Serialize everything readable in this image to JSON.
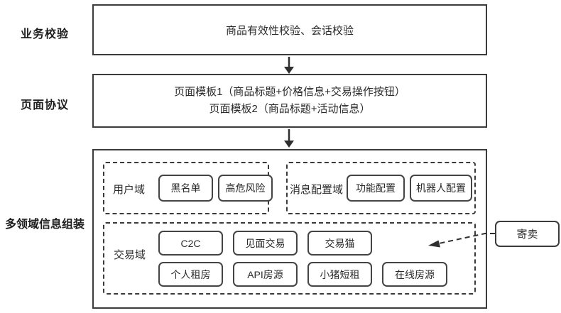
{
  "row_labels": {
    "business_validation": "业务校验",
    "page_protocol": "页面协议",
    "multi_domain_assembly": "多领域信息组装"
  },
  "validation_box": {
    "text": "商品有效性校验、会话校验"
  },
  "protocol_box": {
    "line1": "页面模板1（商品标题+价格信息+交易操作按钮）",
    "line2": "页面模板2（商品标题+活动信息）"
  },
  "assembly": {
    "user_domain": {
      "label": "用户域",
      "items": [
        "黑名单",
        "高危风险"
      ]
    },
    "message_config_domain": {
      "label": "消息配置域",
      "items": [
        "功能配置",
        "机器人配置"
      ]
    },
    "trade_domain": {
      "label": "交易域",
      "row1": [
        "C2C",
        "见面交易",
        "交易猫"
      ],
      "row2": [
        "个人租房",
        "API房源",
        "小猪短租",
        "在线房源"
      ]
    }
  },
  "consignment_box": {
    "label": "寄卖"
  },
  "colors": {
    "line": "#2f2f2f",
    "border": "#3b3b3b",
    "text": "#2b2b2b",
    "background": "#ffffff"
  }
}
